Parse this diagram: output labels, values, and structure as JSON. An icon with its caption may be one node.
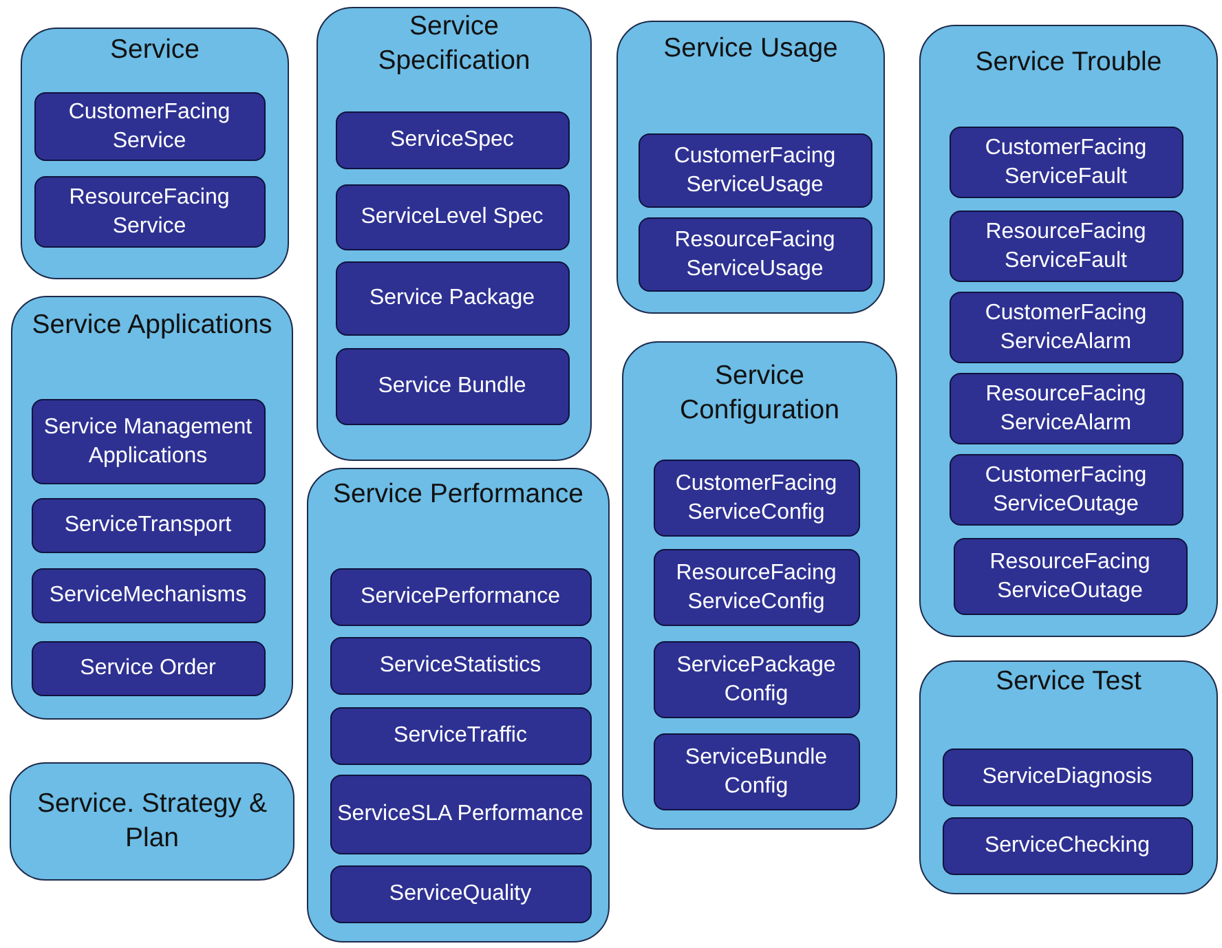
{
  "diagram": {
    "nodes": [
      {
        "text": [
          "Service"
        ]
      },
      {
        "text": [
          "CustomerFacing Service"
        ],
        "in": 0
      },
      {
        "text": [
          "ResourceFacing Service"
        ],
        "in": 0
      },
      {
        "text": [
          "Service Applications"
        ]
      },
      {
        "text": [
          "Service Management Applications"
        ],
        "in": 3
      },
      {
        "text": [
          "ServiceTransport"
        ],
        "in": 3
      },
      {
        "text": [
          "ServiceMechanisms"
        ],
        "in": 3
      },
      {
        "text": [
          "Service Order"
        ],
        "in": 3
      },
      {
        "text": [
          "Service. Strategy & Plan"
        ]
      },
      {
        "text": [
          "Service Specification"
        ]
      },
      {
        "text": [
          "ServiceSpec"
        ],
        "in": 9
      },
      {
        "text": [
          "ServiceLevel Spec"
        ],
        "in": 9
      },
      {
        "text": [
          "Service Package"
        ],
        "in": 9
      },
      {
        "text": [
          "Service Bundle"
        ],
        "in": 9
      },
      {
        "text": [
          "Service Performance"
        ]
      },
      {
        "text": [
          "ServicePerformance"
        ],
        "in": 14
      },
      {
        "text": [
          "ServiceStatistics"
        ],
        "in": 14
      },
      {
        "text": [
          "ServiceTraffic"
        ],
        "in": 14
      },
      {
        "text": [
          "ServiceSLA Performance"
        ],
        "in": 14
      },
      {
        "text": [
          "ServiceQuality"
        ],
        "in": 14
      },
      {
        "text": [
          "Service Usage"
        ]
      },
      {
        "text": [
          "CustomerFacing ServiceUsage"
        ],
        "in": 20
      },
      {
        "text": [
          "ResourceFacing ServiceUsage"
        ],
        "in": 20
      },
      {
        "text": [
          "Service Configuration"
        ]
      },
      {
        "text": [
          "CustomerFacing ServiceConfig"
        ],
        "in": 23
      },
      {
        "text": [
          "ResourceFacing ServiceConfig"
        ],
        "in": 23
      },
      {
        "text": [
          "ServicePackage Config"
        ],
        "in": 23
      },
      {
        "text": [
          "ServiceBundle Config"
        ],
        "in": 23
      },
      {
        "text": [
          "Service Trouble"
        ]
      },
      {
        "text": [
          "CustomerFacing ServiceFault"
        ],
        "in": 28
      },
      {
        "text": [
          "ResourceFacing ServiceFault"
        ],
        "in": 28
      },
      {
        "text": [
          "CustomerFacing ServiceAlarm"
        ],
        "in": 28
      },
      {
        "text": [
          "ResourceFacing ServiceAlarm"
        ],
        "in": 28
      },
      {
        "text": [
          "CustomerFacing ServiceOutage"
        ],
        "in": 28
      },
      {
        "text": [
          "ResourceFacing ServiceOutage"
        ],
        "in": 28
      },
      {
        "text": [
          "Service Test"
        ]
      },
      {
        "text": [
          "ServiceDiagnosis"
        ],
        "in": 35
      },
      {
        "text": [
          "ServiceChecking"
        ],
        "in": 35
      }
    ]
  }
}
